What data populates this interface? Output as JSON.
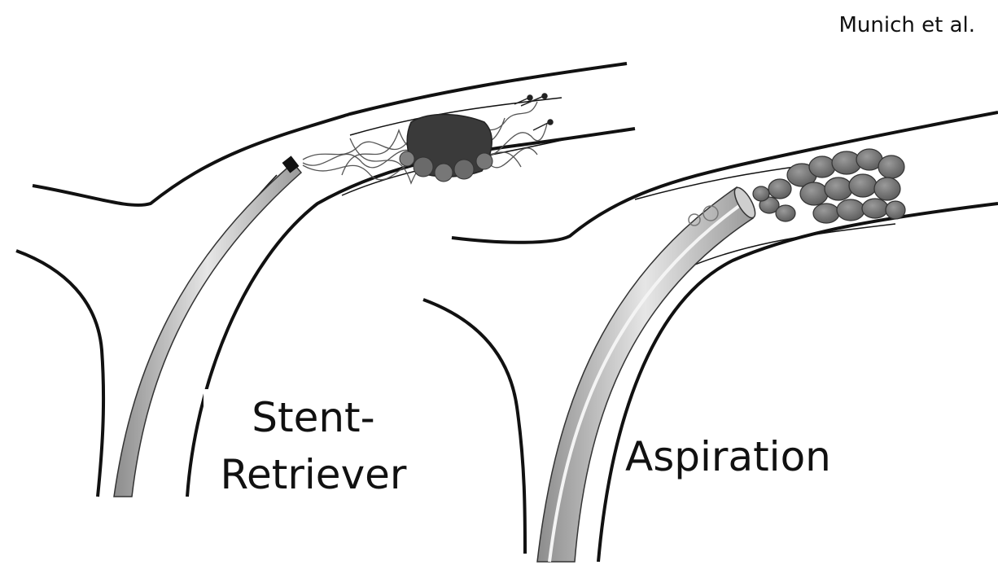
{
  "credit": "Munich et al.",
  "panels": {
    "stent_retriever": {
      "label_line1": "Stent-",
      "label_line2": "Retriever"
    },
    "aspiration": {
      "label": "Aspiration"
    }
  },
  "colors": {
    "vessel_wall": "#111111",
    "catheter": "#b0b0b0",
    "clot": "#6a6a6a",
    "clot_dark": "#333333",
    "background": "#ffffff"
  }
}
